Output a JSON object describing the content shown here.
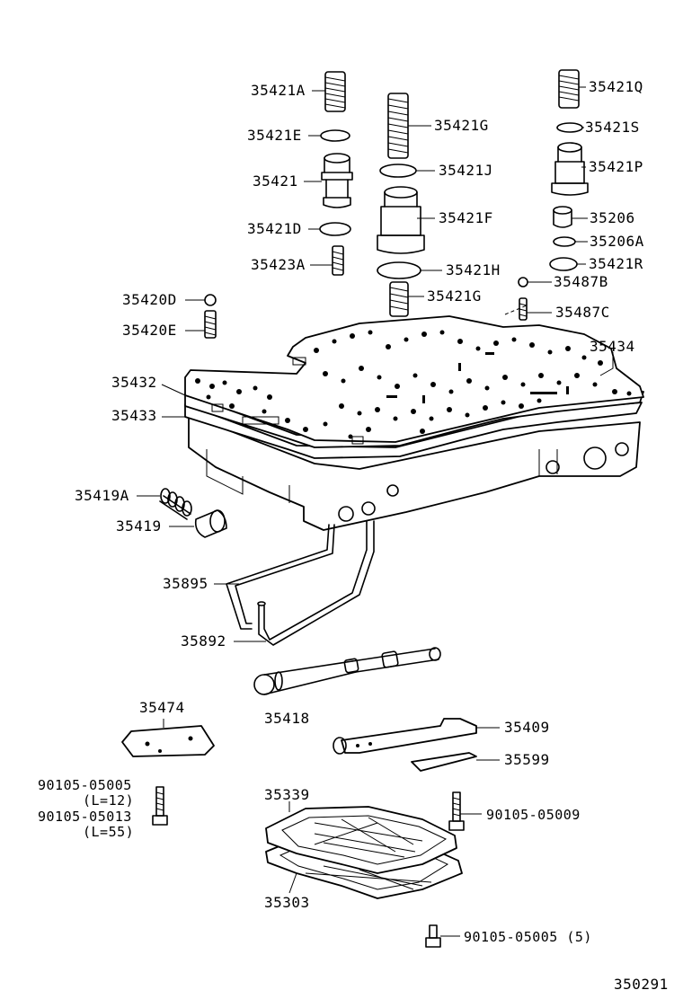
{
  "labels": {
    "p35421A": "35421A",
    "p35421E": "35421E",
    "p35421": "35421",
    "p35421D": "35421D",
    "p35423A": "35423A",
    "p35421G_top": "35421G",
    "p35421J": "35421J",
    "p35421F": "35421F",
    "p35421H": "35421H",
    "p35421G_bottom": "35421G",
    "p35421Q": "35421Q",
    "p35421S": "35421S",
    "p35421P": "35421P",
    "p35206": "35206",
    "p35206A": "35206A",
    "p35421R": "35421R",
    "p35487B": "35487B",
    "p35487C": "35487C",
    "p35420D": "35420D",
    "p35420E": "35420E",
    "p35434": "35434",
    "p35432": "35432",
    "p35433": "35433",
    "p35419A": "35419A",
    "p35419": "35419",
    "p35895": "35895",
    "p35892": "35892",
    "p35418": "35418",
    "p35474": "35474",
    "p35409": "35409",
    "p35599": "35599",
    "bolt_a_1": "90105-05005",
    "bolt_a_2": "(L=12)",
    "bolt_a_3": "90105-05013",
    "bolt_a_4": "(L=55)",
    "p35339": "35339",
    "p90105_05009": "90105-05009",
    "p35303": "35303",
    "p90105_05005_5": "90105-05005 (5)",
    "diagram_id": "350291"
  }
}
